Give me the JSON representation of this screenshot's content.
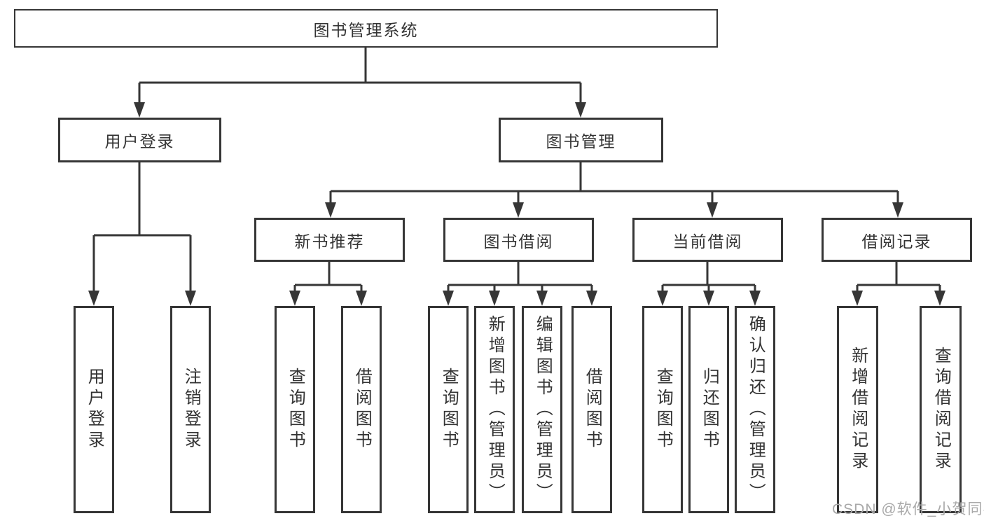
{
  "diagram": {
    "title": "图书管理系统",
    "root_label": "图书管理系统",
    "branches": [
      {
        "label": "用户登录",
        "children": [
          "用户登录",
          "注销登录"
        ]
      },
      {
        "label": "图书管理",
        "groups": [
          {
            "label": "新书推荐",
            "children": [
              "查询图书",
              "借阅图书"
            ]
          },
          {
            "label": "图书借阅",
            "children": [
              "查询图书",
              "新增图书（管理员）",
              "编辑图书（管理员）",
              "借阅图书"
            ]
          },
          {
            "label": "当前借阅",
            "children": [
              "查询图书",
              "归还图书",
              "确认归还（管理员）"
            ]
          },
          {
            "label": "借阅记录",
            "children": [
              "新增借阅记录",
              "查询借阅记录"
            ]
          }
        ]
      }
    ]
  },
  "watermark": {
    "text": "CSDN @软件_小贺同学"
  },
  "colors": {
    "line": "#363636",
    "text": "#333333",
    "watermark_gray": "#a9a9a9",
    "background": "#ffffff"
  }
}
